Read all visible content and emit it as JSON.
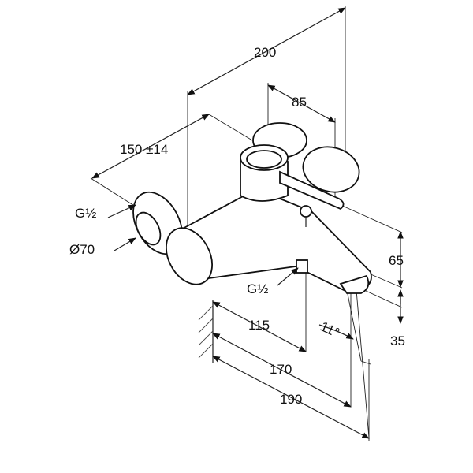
{
  "labels": {
    "dim_200": "200",
    "dim_85": "85",
    "dim_150": "150 ±14",
    "g_half_left": "G½",
    "dia_70": "Ø70",
    "dim_65": "65",
    "g_half_bottom": "G½",
    "angle_11": "11°",
    "dim_35": "35",
    "dim_115": "115",
    "dim_170": "170",
    "dim_190": "190"
  }
}
